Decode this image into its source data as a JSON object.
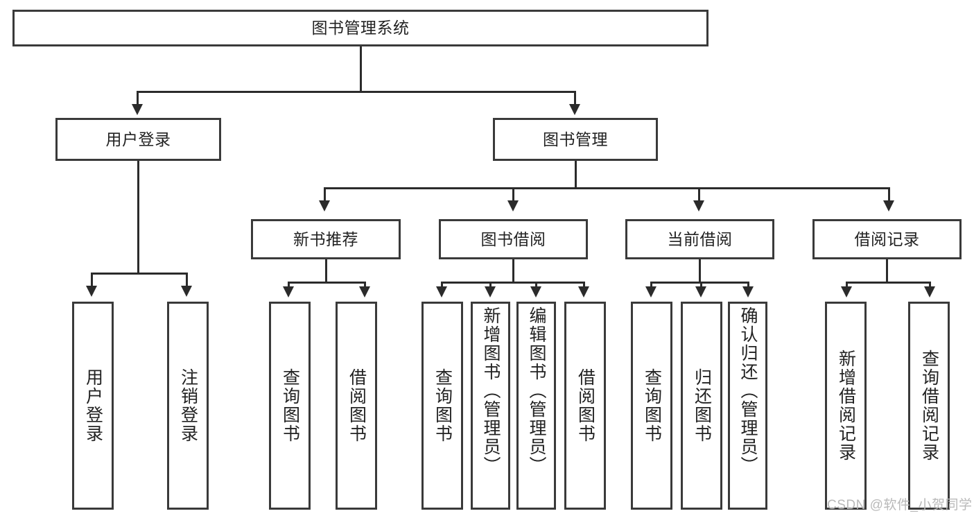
{
  "diagram": {
    "type": "tree-hierarchy",
    "title": "图书管理系统",
    "root": {
      "id": "root",
      "label": "图书管理系统"
    },
    "level2": [
      {
        "id": "user-login",
        "label": "用户登录"
      },
      {
        "id": "book-management",
        "label": "图书管理"
      }
    ],
    "level3": [
      {
        "id": "new-book-recommend",
        "label": "新书推荐",
        "parent": "book-management"
      },
      {
        "id": "book-borrow",
        "label": "图书借阅",
        "parent": "book-management"
      },
      {
        "id": "current-borrow",
        "label": "当前借阅",
        "parent": "book-management"
      },
      {
        "id": "borrow-record",
        "label": "借阅记录",
        "parent": "book-management"
      }
    ],
    "leaves": [
      {
        "id": "leaf-user-login",
        "label": "用户登录",
        "parent": "user-login"
      },
      {
        "id": "leaf-logout-login",
        "label": "注销登录",
        "parent": "user-login"
      },
      {
        "id": "leaf-query-book-1",
        "label": "查询图书",
        "parent": "new-book-recommend"
      },
      {
        "id": "leaf-borrow-book-1",
        "label": "借阅图书",
        "parent": "new-book-recommend"
      },
      {
        "id": "leaf-query-book-2",
        "label": "查询图书",
        "parent": "book-borrow"
      },
      {
        "id": "leaf-add-book-admin",
        "label": "新增图书（管理员）",
        "parent": "book-borrow"
      },
      {
        "id": "leaf-edit-book-admin",
        "label": "编辑图书（管理员）",
        "parent": "book-borrow"
      },
      {
        "id": "leaf-borrow-book-2",
        "label": "借阅图书",
        "parent": "book-borrow"
      },
      {
        "id": "leaf-query-book-3",
        "label": "查询图书",
        "parent": "current-borrow"
      },
      {
        "id": "leaf-return-book",
        "label": "归还图书",
        "parent": "current-borrow"
      },
      {
        "id": "leaf-confirm-return-admin",
        "label": "确认归还（管理员）",
        "parent": "current-borrow"
      },
      {
        "id": "leaf-add-borrow-record",
        "label": "新增借阅记录",
        "parent": "borrow-record"
      },
      {
        "id": "leaf-query-borrow-record",
        "label": "查询借阅记录",
        "parent": "borrow-record"
      }
    ]
  },
  "watermark": {
    "text": "CSDN @软件_小贺同学"
  },
  "colors": {
    "box_border": "#3a3a3a",
    "connector": "#2b2b2b",
    "text": "#222222",
    "background": "#ffffff",
    "watermark": "#b9b9b9"
  }
}
